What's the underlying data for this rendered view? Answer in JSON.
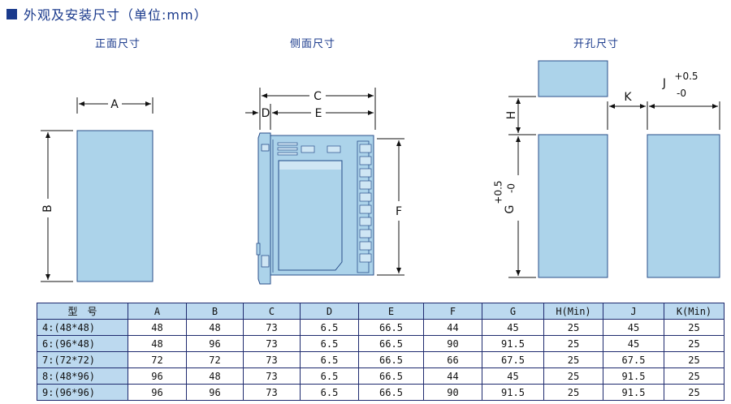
{
  "title": "外观及安装尺寸（单位:mm）",
  "views": {
    "front": "正面尺寸",
    "side": "侧面尺寸",
    "cutout": "开孔尺寸"
  },
  "dims": {
    "A": "A",
    "B": "B",
    "C": "C",
    "D": "D",
    "E": "E",
    "F": "F",
    "G": "G",
    "H": "H",
    "J": "J",
    "K": "K",
    "tol_plus": "+0.5",
    "tol_minus": "-0"
  },
  "table": {
    "headers": [
      "型　号",
      "A",
      "B",
      "C",
      "D",
      "E",
      "F",
      "G",
      "H(Min)",
      "J",
      "K(Min)"
    ],
    "rows": [
      [
        "4:(48*48)",
        "48",
        "48",
        "73",
        "6.5",
        "66.5",
        "44",
        "45",
        "25",
        "45",
        "25"
      ],
      [
        "6:(96*48)",
        "48",
        "96",
        "73",
        "6.5",
        "66.5",
        "90",
        "91.5",
        "25",
        "45",
        "25"
      ],
      [
        "7:(72*72)",
        "72",
        "72",
        "73",
        "6.5",
        "66.5",
        "66",
        "67.5",
        "25",
        "67.5",
        "25"
      ],
      [
        "8:(48*96)",
        "96",
        "48",
        "73",
        "6.5",
        "66.5",
        "44",
        "45",
        "25",
        "91.5",
        "25"
      ],
      [
        "9:(96*96)",
        "96",
        "96",
        "73",
        "6.5",
        "66.5",
        "90",
        "91.5",
        "25",
        "91.5",
        "25"
      ]
    ]
  },
  "colors": {
    "panel_fill": "#acd3ea",
    "navy": "#1a3a8c",
    "table_header": "#bcd9ef"
  }
}
